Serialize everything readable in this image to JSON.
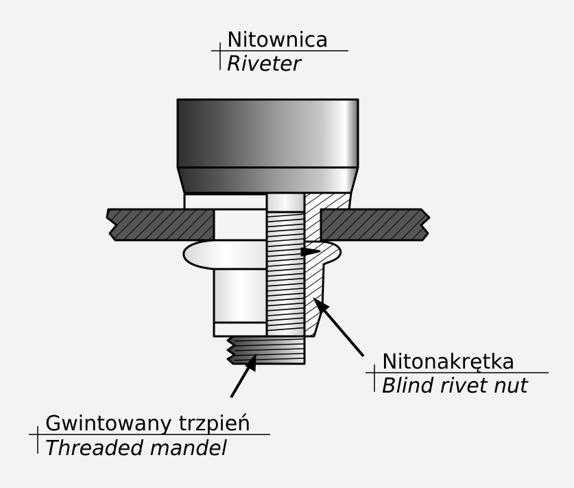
{
  "labels": {
    "riveter": {
      "pl": "Nitownica",
      "en": "Riveter"
    },
    "blind_rivet_nut": {
      "pl": "Nitonakrętka",
      "en": "Blind rivet nut"
    },
    "threaded_mandrel": {
      "pl": "Gwintowany trzpień",
      "en": "Threaded mandel"
    }
  },
  "colors": {
    "background": "#f3f3f1",
    "outline": "#000000",
    "sheet_fill": "#555555",
    "hatch_line": "#000000",
    "metal_light": "#f4f4f4",
    "metal_dark": "#3a3a3a"
  }
}
